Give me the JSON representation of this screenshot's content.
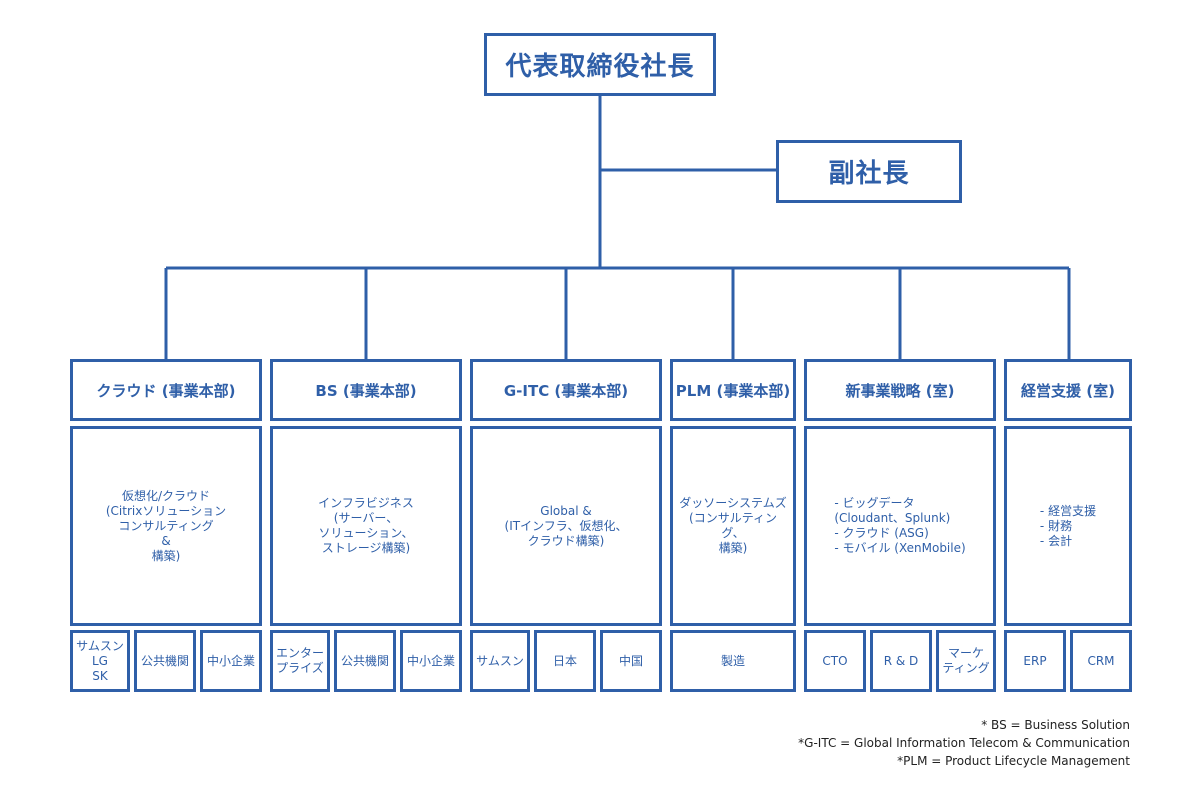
{
  "colors": {
    "accent": "#2f5fa8",
    "footnote_text": "#222222"
  },
  "top": {
    "ceo": "代表取締役社長",
    "vice_president": "副社長"
  },
  "divisions": [
    {
      "header": "クラウド (事業本部)",
      "content": "仮想化/クラウド\n(Citrixソリューション\nコンサルティング\n&\n構築)",
      "leaves": [
        "サムスン\nLG\nSK",
        "公共機関",
        "中小企業"
      ]
    },
    {
      "header": "BS (事業本部)",
      "content": "インフラビジネス\n(サーバー、\nソリューション、\nストレージ構築)",
      "leaves": [
        "エンター\nプライズ",
        "公共機関",
        "中小企業"
      ]
    },
    {
      "header": "G-ITC (事業本部)",
      "content": "Global &\n(ITインフラ、仮想化、\nクラウド構築)",
      "leaves": [
        "サムスン",
        "日本",
        "中国"
      ]
    },
    {
      "header": "PLM (事業本部)",
      "content": "ダッソーシステムズ\n(コンサルティング、\n構築)",
      "leaves": [
        "製造"
      ]
    },
    {
      "header": "新事業戦略 (室)",
      "content": "- ビッグデータ\n(Cloudant、Splunk)\n- クラウド (ASG)\n- モバイル (XenMobile)",
      "leaves": [
        "CTO",
        "R & D",
        "マーケ\nティング"
      ]
    },
    {
      "header": "経営支援 (室)",
      "content": "- 経営支援\n- 財務\n- 会計",
      "leaves": [
        "ERP",
        "CRM"
      ]
    }
  ],
  "footnotes": [
    "* BS = Business Solution",
    "*G-ITC = Global Information Telecom & Communication",
    "*PLM = Product Lifecycle Management"
  ]
}
